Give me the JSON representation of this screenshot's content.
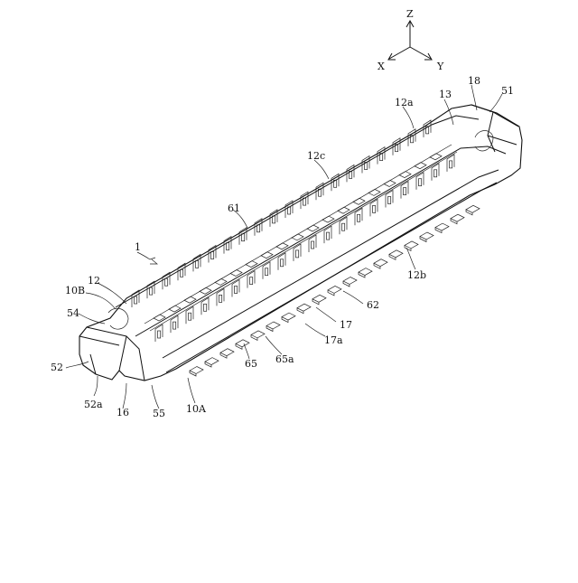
{
  "axes": {
    "z": "Z",
    "x": "X",
    "y": "Y"
  },
  "labels": {
    "l1": "1",
    "l10A": "10A",
    "l10B": "10B",
    "l12": "12",
    "l12a": "12a",
    "l12b": "12b",
    "l12c": "12c",
    "l13": "13",
    "l16": "16",
    "l17": "17",
    "l17a": "17a",
    "l18": "18",
    "l51": "51",
    "l52": "52",
    "l52a": "52a",
    "l54": "54",
    "l55": "55",
    "l61": "61",
    "l62": "62",
    "l65": "65",
    "l65a": "65a"
  },
  "colors": {
    "line": "#111111",
    "background": "#ffffff"
  }
}
